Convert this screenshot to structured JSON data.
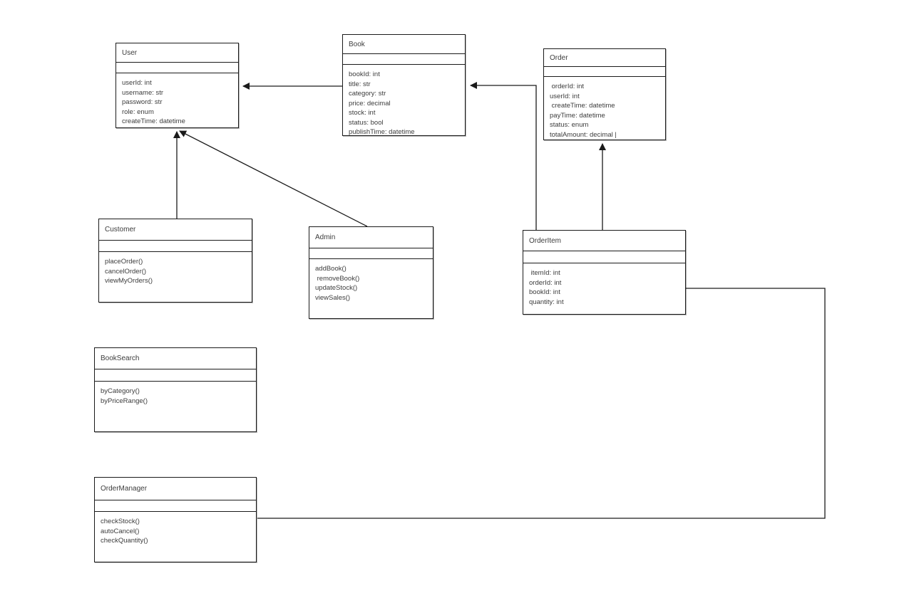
{
  "diagram": {
    "type": "uml-class-diagram",
    "classes": {
      "user": {
        "name": "User",
        "members": [
          "userId: int",
          "username: str",
          "password: str",
          "role: enum",
          "createTime: datetime"
        ]
      },
      "book": {
        "name": "Book",
        "members": [
          "bookId: int",
          "title: str",
          "category: str",
          "price: decimal",
          "stock: int",
          "status: bool",
          "publishTime: datetime"
        ]
      },
      "order": {
        "name": "Order",
        "members": [
          " orderId: int",
          "userId: int",
          " createTime: datetime",
          "payTime: datetime",
          "status: enum",
          "totalAmount: decimal |"
        ]
      },
      "customer": {
        "name": "Customer",
        "members": [
          "placeOrder()",
          "cancelOrder()",
          "viewMyOrders()"
        ]
      },
      "admin": {
        "name": "Admin",
        "members": [
          "addBook()",
          " removeBook()",
          "updateStock()",
          "viewSales()"
        ]
      },
      "orderitem": {
        "name": "OrderItem",
        "members": [
          " itemId: int",
          "orderId: int",
          "bookId: int",
          "quantity: int"
        ]
      },
      "booksearch": {
        "name": "BookSearch",
        "members": [
          "byCategory()",
          "byPriceRange()"
        ]
      },
      "ordermanager": {
        "name": "OrderManager",
        "members": [
          "checkStock()",
          "autoCancel()",
          "checkQuantity()"
        ]
      }
    },
    "connections": [
      {
        "id": "book-to-user",
        "from": "Book",
        "to": "User",
        "style": "solid-arrow"
      },
      {
        "id": "orderitem-to-book",
        "from": "OrderItem",
        "to": "Book",
        "style": "solid-arrow"
      },
      {
        "id": "orderitem-to-order",
        "from": "OrderItem",
        "to": "Order",
        "style": "solid-arrow"
      },
      {
        "id": "customer-to-user",
        "from": "Customer",
        "to": "User",
        "style": "solid-arrow"
      },
      {
        "id": "admin-to-user",
        "from": "Admin",
        "to": "User",
        "style": "solid-arrow"
      },
      {
        "id": "orderitem-to-ordermanager",
        "from": "OrderItem",
        "to": "OrderManager",
        "style": "plain-line"
      }
    ],
    "colors": {
      "stroke": "#1a1a1a",
      "text": "#3c3c3c",
      "background": "#ffffff"
    }
  }
}
